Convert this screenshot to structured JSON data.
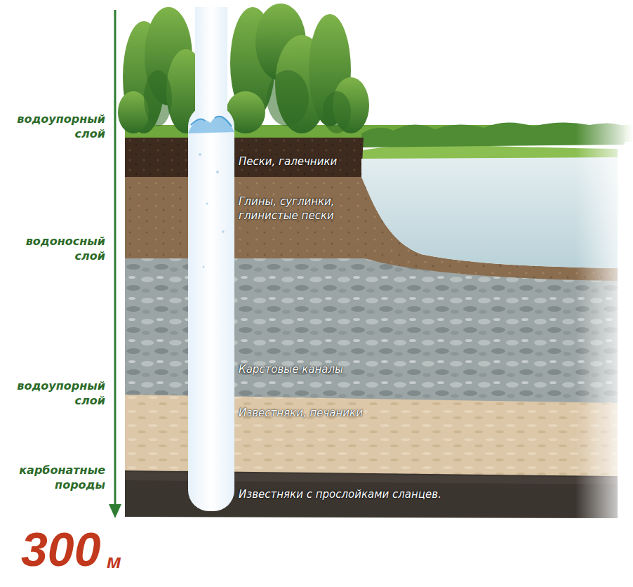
{
  "diagram": {
    "nodes": [
      {
        "text": [
          "Пески, галечники"
        ]
      },
      {
        "text": [
          "Глины, суглинки, глинистые пески"
        ]
      },
      {
        "text": [
          "Карстовые каналы"
        ]
      },
      {
        "text": [
          "Известняки, печаники"
        ]
      },
      {
        "text": [
          "Известняки с прослойками сланцев."
        ]
      }
    ],
    "labels": [
      "водоупорный слой",
      "водоносный слой",
      "водоупорный слой",
      "карбонатные породы",
      "300",
      "м"
    ]
  }
}
